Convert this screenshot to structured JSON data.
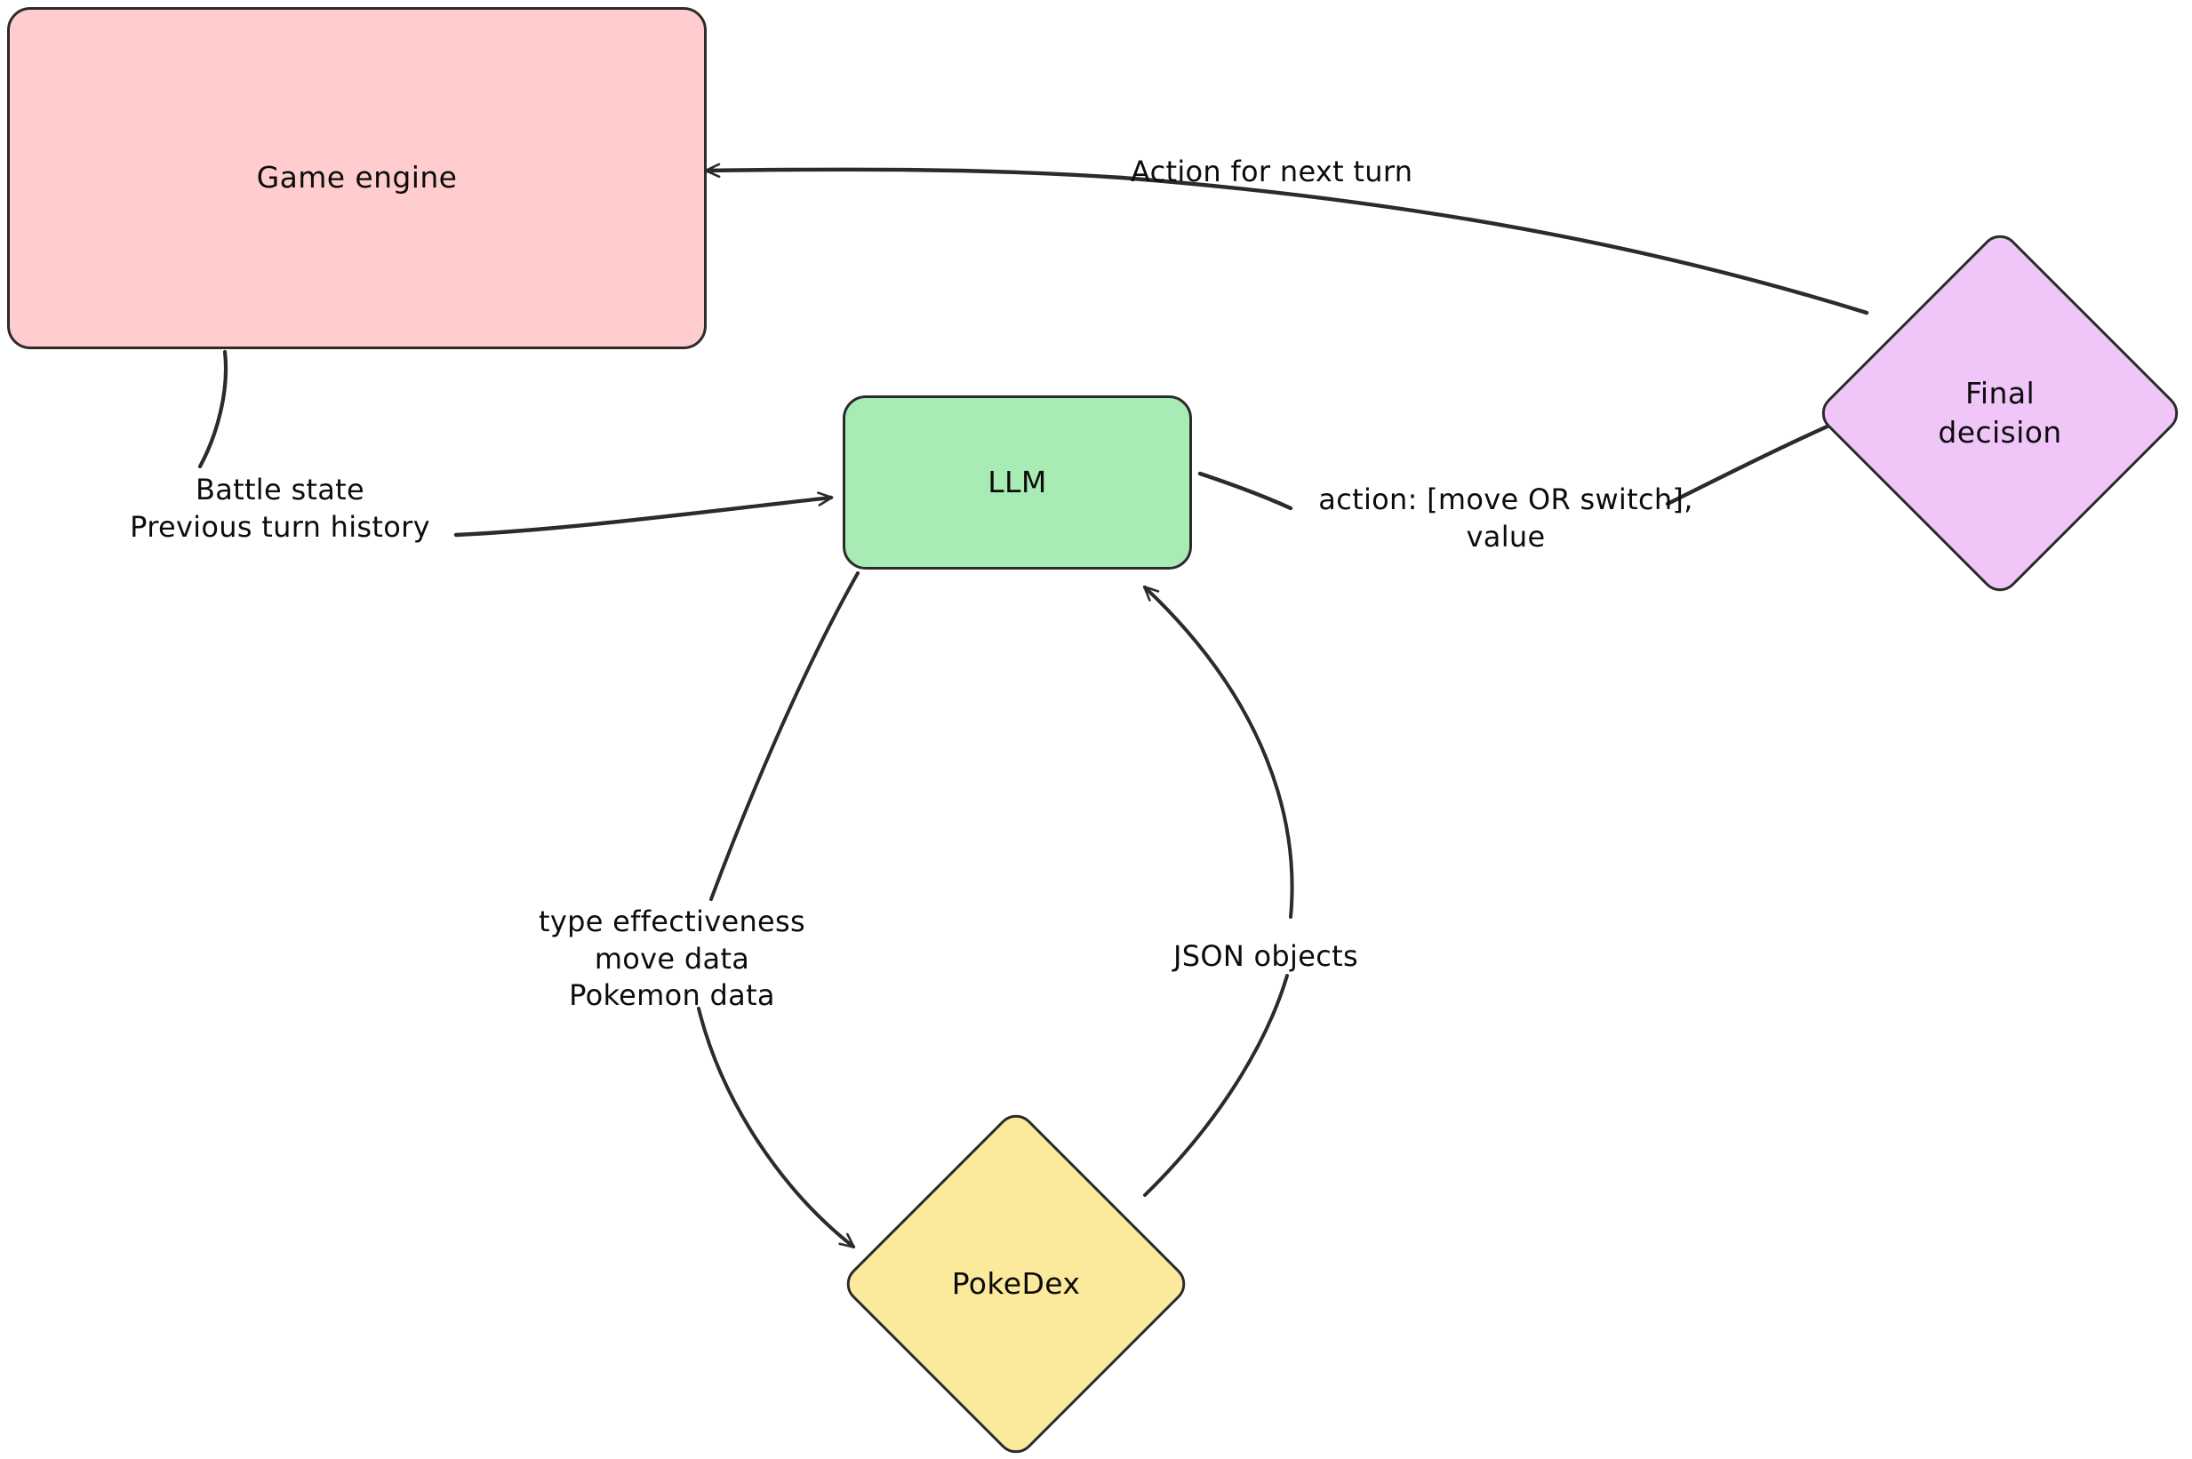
{
  "diagram": {
    "title": "Pokemon battle LLM agent architecture",
    "background_color": "#ffffff",
    "stroke_color": "#2b2b2b",
    "text_color": "#0c0c0c"
  },
  "nodes": {
    "game_engine": {
      "label": "Game engine",
      "shape": "rounded-rectangle",
      "fill": "#FFCDCD"
    },
    "llm": {
      "label": "LLM",
      "shape": "rounded-rectangle",
      "fill": "#A8EBB4"
    },
    "final_decision": {
      "label": "Final\ndecision",
      "shape": "diamond",
      "fill": "#F0C6F9"
    },
    "pokedex": {
      "label": "PokeDex",
      "shape": "diamond",
      "fill": "#FBE99C"
    }
  },
  "edges": [
    {
      "id": "final-decision-to-game-engine",
      "from": "final_decision",
      "to": "game_engine",
      "label": "Action for next turn"
    },
    {
      "id": "game-engine-to-llm",
      "from": "game_engine",
      "to": "llm",
      "label": "Battle state\nPrevious turn history"
    },
    {
      "id": "llm-to-final-decision",
      "from": "llm",
      "to": "final_decision",
      "label": "action: [move OR switch],\nvalue"
    },
    {
      "id": "llm-to-pokedex",
      "from": "llm",
      "to": "pokedex",
      "label": "type effectiveness\nmove data\nPokemon data"
    },
    {
      "id": "pokedex-to-llm",
      "from": "pokedex",
      "to": "llm",
      "label": "JSON objects"
    }
  ]
}
